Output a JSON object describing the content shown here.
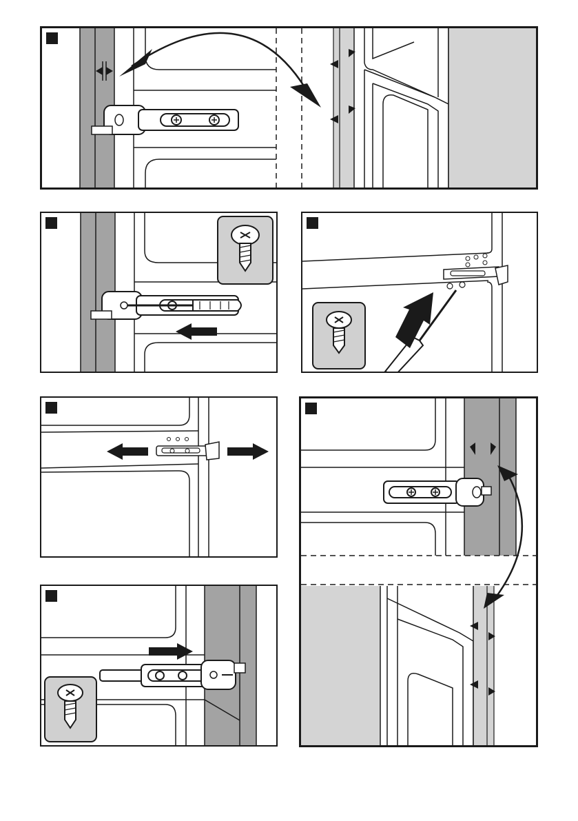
{
  "figure": {
    "panels": [
      {
        "id": "p1",
        "action": "transfer-hinge-to-opposite-side",
        "arrow": "curved-double-headed"
      },
      {
        "id": "p2",
        "action": "unscrew-hinge",
        "arrow": "left",
        "inset": "screw-icon"
      },
      {
        "id": "p3",
        "action": "screw-hinge-plate",
        "arrow": "up-right",
        "inset": "screw-icon"
      },
      {
        "id": "p4",
        "action": "slide-hinge-plate",
        "arrow": "left-and-right"
      },
      {
        "id": "p5",
        "action": "fasten-hinge",
        "arrow": "right",
        "inset": "screw-icon"
      },
      {
        "id": "p6",
        "action": "transfer-hinge-to-opposite-side",
        "arrow": "curved-double-headed"
      }
    ],
    "colors": {
      "line": "#1a1a1a",
      "door_gray": "#a3a3a3",
      "light_gray": "#d4d4d4",
      "inset_bg": "#d0d0d0",
      "arrow": "#1a1a1a"
    }
  }
}
